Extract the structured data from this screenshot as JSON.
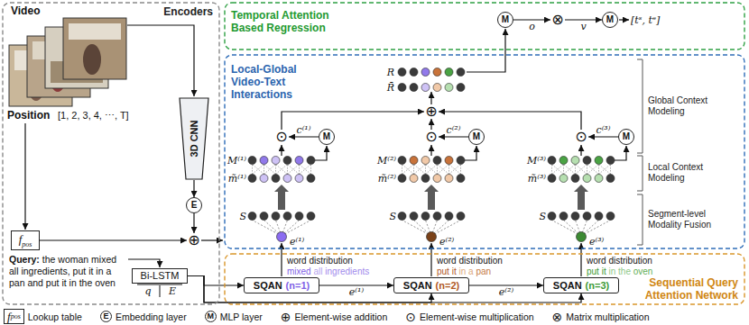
{
  "diagram": {
    "nodes": [
      {
        "text": [
          "Encoders"
        ]
      },
      {
        "text": [
          "3D CNN"
        ],
        "in": 0
      },
      {
        "text": [
          "E"
        ],
        "in": 0
      },
      {
        "text": [
          "⊕"
        ],
        "in": 0
      },
      {
        "text": [
          "f",
          "pos"
        ],
        "in": 0
      },
      {
        "text": [
          "Bi-LSTM"
        ],
        "in": 0
      },
      {
        "text": [
          "Temporal Attention Based Regression"
        ]
      },
      {
        "text": [
          "M"
        ],
        "in": 6
      },
      {
        "text": [
          "⊗"
        ],
        "in": 6
      },
      {
        "text": [
          "M"
        ],
        "in": 6
      },
      {
        "text": [
          "Local-Global Video-Text Interactions"
        ]
      },
      {
        "text": [
          "⊕"
        ],
        "in": 10
      },
      {
        "text": [
          "⊙"
        ],
        "in": 10
      },
      {
        "text": [
          "M"
        ],
        "in": 10
      },
      {
        "text": [
          "⊙"
        ],
        "in": 10
      },
      {
        "text": [
          "M"
        ],
        "in": 10
      },
      {
        "text": [
          "⊙"
        ],
        "in": 10
      },
      {
        "text": [
          "M"
        ],
        "in": 10
      },
      {
        "text": [
          "Sequential Query Attention Network"
        ]
      },
      {
        "text": [
          "SQAN",
          "(n=1)"
        ],
        "in": 18
      },
      {
        "text": [
          "SQAN",
          "(n=2)"
        ],
        "in": 18
      },
      {
        "text": [
          "SQAN",
          "(n=3)"
        ],
        "in": 18
      }
    ],
    "edges": [
      {
        "from": 1,
        "to": 2,
        "arrow": "to"
      },
      {
        "from": 2,
        "to": 3,
        "arrow": "to"
      },
      {
        "from": 4,
        "to": 3,
        "arrow": "to"
      },
      {
        "from": 7,
        "to": 8,
        "label": "o",
        "arrow": "to"
      },
      {
        "from": 8,
        "to": 9,
        "label": "v",
        "arrow": "to"
      },
      {
        "from": 13,
        "to": 12,
        "label": "c⁽¹⁾",
        "arrow": "to"
      },
      {
        "from": 15,
        "to": 14,
        "label": "c⁽²⁾",
        "arrow": "to"
      },
      {
        "from": 17,
        "to": 16,
        "label": "c⁽³⁾",
        "arrow": "to"
      },
      {
        "from": 12,
        "to": 11,
        "arrow": "to"
      },
      {
        "from": 14,
        "to": 11,
        "arrow": "to"
      },
      {
        "from": 16,
        "to": 11,
        "arrow": "to"
      },
      {
        "from": 19,
        "to": 20,
        "label": "e⁽¹⁾",
        "arrow": "to"
      },
      {
        "from": 20,
        "to": 21,
        "label": "e⁽²⁾",
        "arrow": "to"
      },
      {
        "from": 5,
        "to": 19,
        "arrow": "to"
      },
      {
        "from": 5,
        "to": 20,
        "arrow": "to"
      },
      {
        "from": 5,
        "to": 21,
        "arrow": "to"
      }
    ],
    "labels": [
      "Video",
      "Position",
      "[1, 2, 3, 4, ⋯, T]",
      "Query:",
      "the woman mixed all ingredients, put it in a pan and put it in the oven",
      "q",
      "E",
      "[tˢ, tᵉ]",
      "R",
      "R̄",
      "Global Context Modeling",
      "Local Context Modeling",
      "Segment-level Modality Fusion",
      "M⁽¹⁾",
      "m̃⁽¹⁾",
      "S",
      "e⁽¹⁾",
      "word distribution",
      "mixed",
      "all",
      "ingredients",
      "M⁽²⁾",
      "m̃⁽²⁾",
      "S",
      "e⁽²⁾",
      "word distribution",
      "put it",
      "in a",
      "pan",
      "M⁽³⁾",
      "m̃⁽³⁾",
      "S",
      "e⁽³⁾",
      "word distribution",
      "put it",
      "in the",
      "oven",
      "f",
      "pos",
      "E",
      "M",
      "⊕",
      "⊙",
      "⊗"
    ],
    "legend": [
      {
        "text": "Lookup table"
      },
      {
        "text": "Embedding layer"
      },
      {
        "text": "MLP layer"
      },
      {
        "text": "Element-wise addition"
      },
      {
        "text": "Element-wise multiplication"
      },
      {
        "text": "Matrix multiplication"
      }
    ]
  }
}
